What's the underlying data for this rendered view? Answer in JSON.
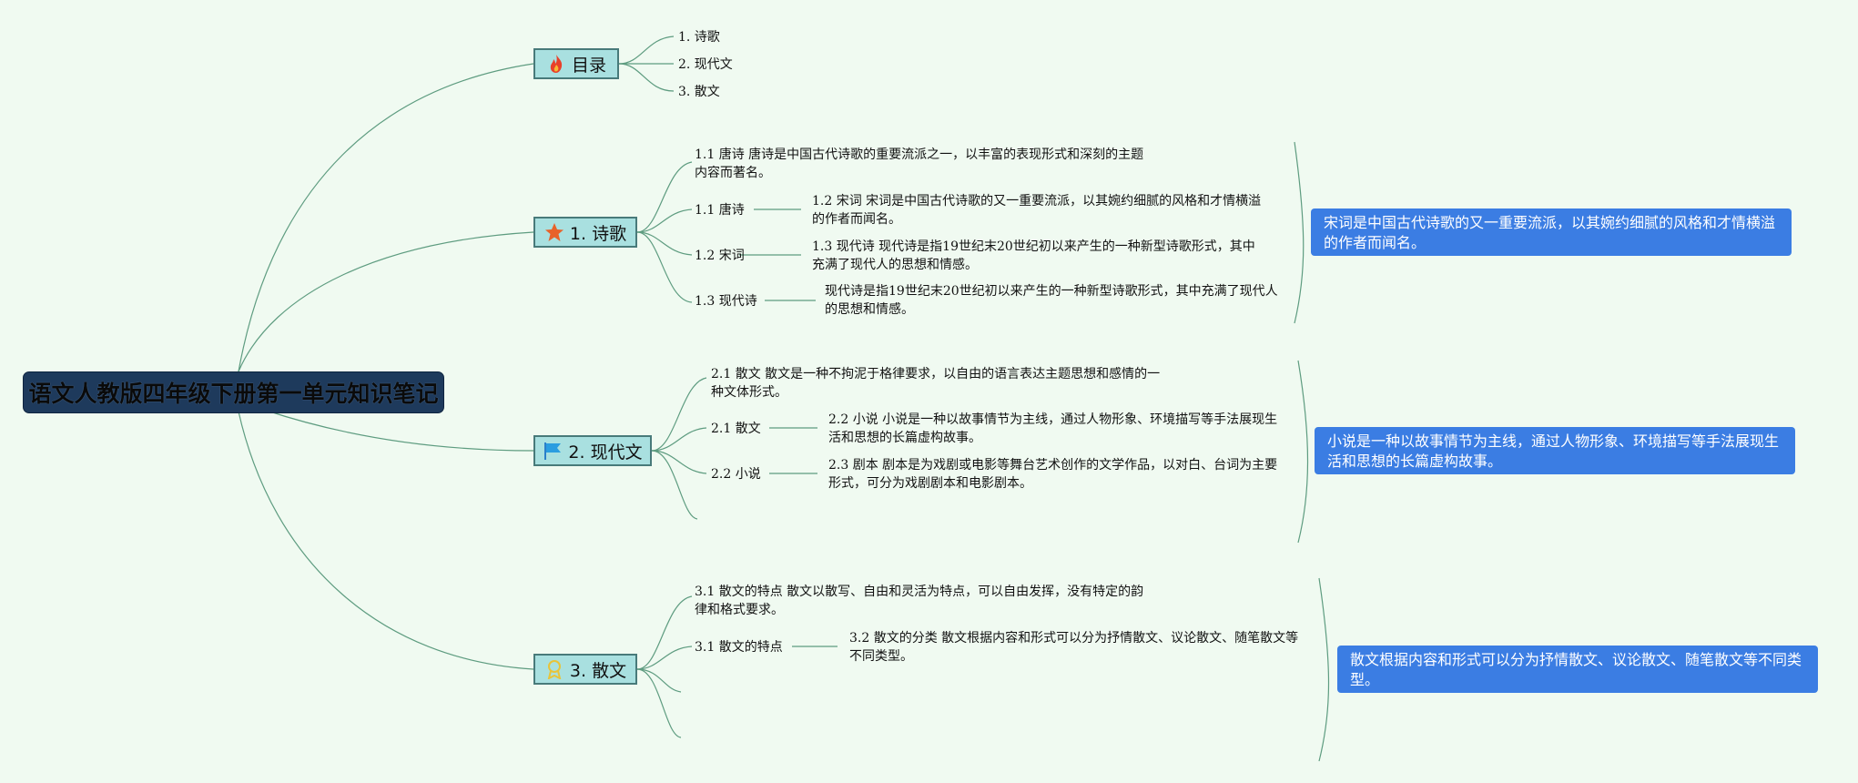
{
  "root": {
    "title": "语文人教版四年级下册第一单元知识笔记"
  },
  "toc": {
    "label": "目录",
    "icon": "fire-icon",
    "items": [
      "1. 诗歌",
      "2. 现代文",
      "3. 散文"
    ]
  },
  "poetry": {
    "label": "1. 诗歌",
    "icon": "star-icon",
    "intro": "1.1 唐诗 唐诗是中国古代诗歌的重要流派之一，以丰富的表现形式和深刻的主题内容而著名。",
    "items": [
      {
        "label": "1.1 唐诗",
        "desc": "1.2 宋词 宋词是中国古代诗歌的又一重要流派，以其婉约细腻的风格和才情横溢的作者而闻名。"
      },
      {
        "label": "1.2 宋词",
        "desc": "1.3 现代诗 现代诗是指19世纪末20世纪初以来产生的一种新型诗歌形式，其中充满了现代人的思想和情感。"
      },
      {
        "label": "1.3 现代诗",
        "desc": "现代诗是指19世纪末20世纪初以来产生的一种新型诗歌形式，其中充满了现代人的思想和情感。"
      }
    ],
    "summary": "宋词是中国古代诗歌的又一重要流派，以其婉约细腻的风格和才情横溢的作者而闻名。"
  },
  "modern": {
    "label": "2. 现代文",
    "icon": "flag-icon",
    "intro": "2.1 散文 散文是一种不拘泥于格律要求，以自由的语言表达主题思想和感情的一种文体形式。",
    "items": [
      {
        "label": "2.1 散文",
        "desc": "2.2 小说 小说是一种以故事情节为主线，通过人物形象、环境描写等手法展现生活和思想的长篇虚构故事。"
      },
      {
        "label": "2.2 小说",
        "desc": "2.3 剧本 剧本是为戏剧或电影等舞台艺术创作的文学作品，以对白、台词为主要形式，可分为戏剧剧本和电影剧本。"
      }
    ],
    "summary": "小说是一种以故事情节为主线，通过人物形象、环境描写等手法展现生活和思想的长篇虚构故事。"
  },
  "prose": {
    "label": "3. 散文",
    "icon": "award-icon",
    "intro": "3.1 散文的特点 散文以散写、自由和灵活为特点，可以自由发挥，没有特定的韵律和格式要求。",
    "items": [
      {
        "label": "3.1 散文的特点",
        "desc": "3.2 散文的分类 散文根据内容和形式可以分为抒情散文、议论散文、随笔散文等不同类型。"
      }
    ],
    "summary": "散文根据内容和形式可以分为抒情散文、议论散文、随笔散文等不同类型。"
  }
}
